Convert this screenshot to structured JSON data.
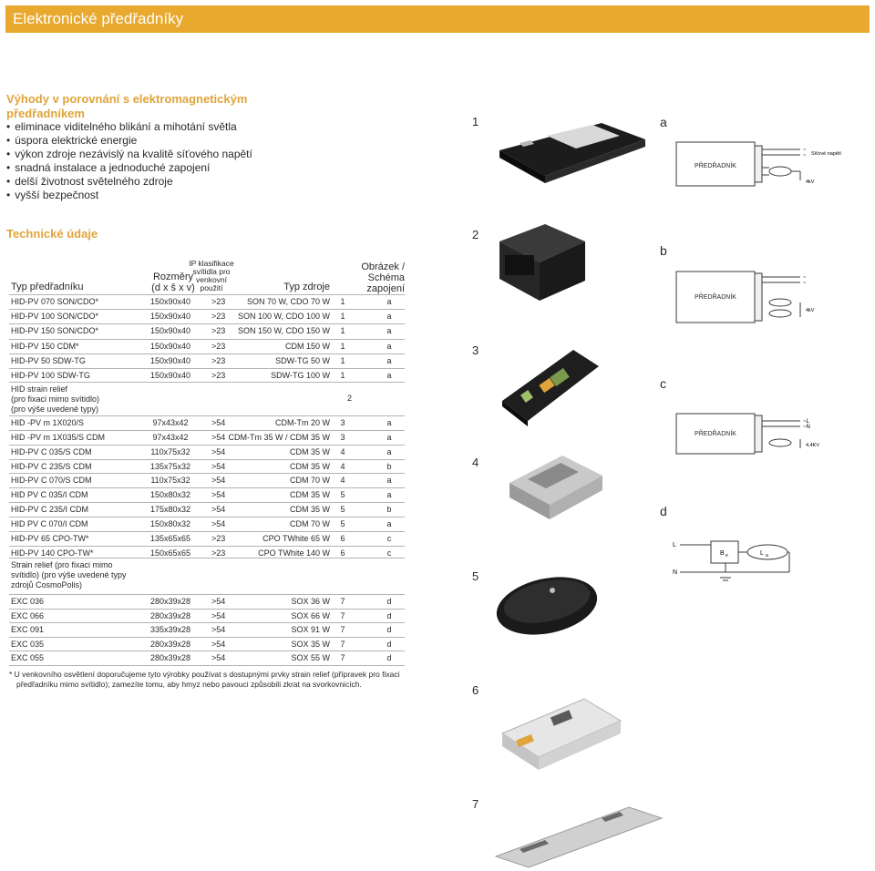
{
  "header": {
    "title": "Elektronické předřadníky"
  },
  "advantages": {
    "title": "Výhody v porovnání s elektromagnetickým předřadníkem",
    "items": [
      "eliminace viditelného blikání a mihotání světla",
      "úspora elektrické energie",
      "výkon zdroje nezávislý na kvalitě síťového napětí",
      "snadná instalace a jednoduché zapojení",
      "delší životnost světelného zdroje",
      "vyšší bezpečnost"
    ]
  },
  "tech": {
    "title": "Technické údaje",
    "headers": {
      "type": "Typ předřadníku",
      "dims": [
        "Rozměry",
        "(d x š x v)"
      ],
      "ip": [
        "IP klasifikace",
        "svítidla pro",
        "venkovní",
        "použití"
      ],
      "lamp": "Typ zdroje",
      "fig": [
        "Obrázek /",
        "Schéma zapojení"
      ]
    },
    "group1": [
      [
        "HID-PV 070 SON/CDO*",
        "150x90x40",
        ">23",
        "SON 70 W, CDO 70 W",
        "1",
        "a"
      ],
      [
        "HID-PV 100 SON/CDO*",
        "150x90x40",
        ">23",
        "SON 100 W, CDO 100 W",
        "1",
        "a"
      ],
      [
        "HID-PV 150 SON/CDO*",
        "150x90x40",
        ">23",
        "SON 150 W, CDO 150 W",
        "1",
        "a"
      ],
      [
        "HID-PV 150 CDM*",
        "150x90x40",
        ">23",
        "CDM 150 W",
        "1",
        "a"
      ],
      [
        "HID-PV 50 SDW-TG",
        "150x90x40",
        ">23",
        "SDW-TG 50 W",
        "1",
        "a"
      ],
      [
        "HID-PV 100 SDW-TG",
        "150x90x40",
        ">23",
        "SDW-TG 100 W",
        "1",
        "a"
      ]
    ],
    "strain1": {
      "label": [
        "HID strain relief",
        "(pro fixaci mimo svítidlo)",
        "(pro výše uvedené typy)"
      ],
      "fig": "2"
    },
    "group2": [
      [
        "HID -PV m 1X020/S",
        "97x43x42",
        ">54",
        "CDM-Tm 20 W",
        "3",
        "a"
      ],
      [
        "HID -PV m 1X035/S CDM",
        "97x43x42",
        ">54",
        "CDM-Tm 35 W / CDM 35 W",
        "3",
        "a"
      ],
      [
        "HID-PV C 035/S CDM",
        "110x75x32",
        ">54",
        "CDM 35 W",
        "4",
        "a"
      ],
      [
        "HID-PV C 235/S CDM",
        "135x75x32",
        ">54",
        "CDM 35 W",
        "4",
        "b"
      ],
      [
        "HID-PV C 070/S CDM",
        "110x75x32",
        ">54",
        "CDM 70 W",
        "4",
        "a"
      ],
      [
        "HID PV C 035/I CDM",
        "150x80x32",
        ">54",
        "CDM 35 W",
        "5",
        "a"
      ],
      [
        "HID-PV C 235/I CDM",
        "175x80x32",
        ">54",
        "CDM 35 W",
        "5",
        "b"
      ],
      [
        "HID PV C 070/I CDM",
        "150x80x32",
        ">54",
        "CDM 70 W",
        "5",
        "a"
      ],
      [
        "HID-PV 65 CPO-TW*",
        "135x65x65",
        ">23",
        "CPO TWhite 65 W",
        "6",
        "c"
      ],
      [
        "HID-PV 140 CPO-TW*",
        "150x65x65",
        ">23",
        "CPO TWhite 140 W",
        "6",
        "c"
      ]
    ],
    "strain2": {
      "label": [
        "Strain relief (pro fixaci mimo",
        "svítidlo) (pro výše uvedené typy",
        "zdrojů CosmoPolis)"
      ]
    },
    "group3": [
      [
        "EXC 036",
        "280x39x28",
        ">54",
        "SOX 36 W",
        "7",
        "d"
      ],
      [
        "EXC 066",
        "280x39x28",
        ">54",
        "SOX 66 W",
        "7",
        "d"
      ],
      [
        "EXC 091",
        "335x39x28",
        ">54",
        "SOX 91 W",
        "7",
        "d"
      ],
      [
        "EXC 035",
        "280x39x28",
        ">54",
        "SOX 35 W",
        "7",
        "d"
      ],
      [
        "EXC 055",
        "280x39x28",
        ">54",
        "SOX 55 W",
        "7",
        "d"
      ]
    ],
    "footnote": [
      "* U venkovního osvětlení doporučujeme tyto výrobky používat s dostupnými prvky strain relief (přípravek pro fixaci",
      "předřadníku mimo svítidlo); zamezíte tomu, aby hmyz nebo pavouci způsobili zkrat na svorkovnicích."
    ]
  },
  "figures": {
    "numbers": [
      "1",
      "2",
      "3",
      "4",
      "5",
      "6",
      "7"
    ],
    "letters": [
      "a",
      "b",
      "c",
      "d"
    ]
  },
  "schematics": {
    "ballast_label": "PŘEDŘADNÍK",
    "a": {
      "mains": "Síťové napětí",
      "phase": "~",
      "neutral": "~",
      "kv": "4kV"
    },
    "b": {
      "phase": "~",
      "neutral": "~",
      "kv": "4kV"
    },
    "c": {
      "phase": "~L",
      "neutral": "~N",
      "kv": "4,4KV"
    },
    "d": {
      "l": "L",
      "n": "N",
      "b": "B",
      "b_sub": "e",
      "la": "L",
      "la_sub": "a"
    }
  }
}
